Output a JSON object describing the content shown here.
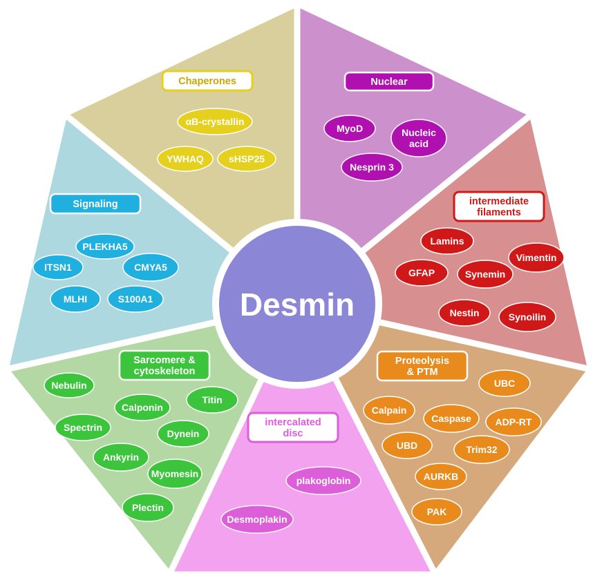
{
  "center": {
    "label": "Desmin",
    "color": "#8b87d6"
  },
  "sectors": [
    {
      "id": "chaperones",
      "fill": "#d8cf9d",
      "accent": "#e6d01e",
      "category": {
        "lines": [
          "Chaperones"
        ]
      },
      "items": [
        {
          "lines": [
            "αB-crystallin"
          ]
        },
        {
          "lines": [
            "YWHAQ"
          ]
        },
        {
          "lines": [
            "sHSP25"
          ]
        }
      ]
    },
    {
      "id": "nuclear",
      "fill": "#cc90cc",
      "accent": "#b010b0",
      "category": {
        "lines": [
          "Nuclear"
        ]
      },
      "items": [
        {
          "lines": [
            "MyoD"
          ]
        },
        {
          "lines": [
            "Nucleic",
            "acid"
          ]
        },
        {
          "lines": [
            "Nesprin 3"
          ]
        }
      ]
    },
    {
      "id": "intermediate-filaments",
      "fill": "#d88f8f",
      "accent": "#d01818",
      "category": {
        "lines": [
          "intermediate",
          "filaments"
        ]
      },
      "items": [
        {
          "lines": [
            "Lamins"
          ]
        },
        {
          "lines": [
            "Vimentin"
          ]
        },
        {
          "lines": [
            "GFAP"
          ]
        },
        {
          "lines": [
            "Synemin"
          ]
        },
        {
          "lines": [
            "Nestin"
          ]
        },
        {
          "lines": [
            "Synoilin"
          ]
        }
      ]
    },
    {
      "id": "proteolysis",
      "fill": "#d6a97c",
      "accent": "#e88a1c",
      "category": {
        "lines": [
          "Proteolysis",
          "& PTM"
        ]
      },
      "items": [
        {
          "lines": [
            "UBC"
          ]
        },
        {
          "lines": [
            "Calpain"
          ]
        },
        {
          "lines": [
            "Caspase"
          ]
        },
        {
          "lines": [
            "ADP-RT"
          ]
        },
        {
          "lines": [
            "UBD"
          ]
        },
        {
          "lines": [
            "Trim32"
          ]
        },
        {
          "lines": [
            "AURKB"
          ]
        },
        {
          "lines": [
            "PAK"
          ]
        }
      ]
    },
    {
      "id": "intercalated-disc",
      "fill": "#f3a2ef",
      "accent": "#dc5ed8",
      "category": {
        "lines": [
          "intercalated",
          "disc"
        ]
      },
      "items": [
        {
          "lines": [
            "plakoglobin"
          ]
        },
        {
          "lines": [
            "Desmoplakin"
          ]
        }
      ]
    },
    {
      "id": "sarcomere",
      "fill": "#b3d8a3",
      "accent": "#3cc43c",
      "category": {
        "lines": [
          "Sarcomere &",
          "cytoskeleton"
        ]
      },
      "items": [
        {
          "lines": [
            "Nebulin"
          ]
        },
        {
          "lines": [
            "Titin"
          ]
        },
        {
          "lines": [
            "Calponin"
          ]
        },
        {
          "lines": [
            "Spectrin"
          ]
        },
        {
          "lines": [
            "Dynein"
          ]
        },
        {
          "lines": [
            "Ankyrin"
          ]
        },
        {
          "lines": [
            "Myomesin"
          ]
        },
        {
          "lines": [
            "Plectin"
          ]
        }
      ]
    },
    {
      "id": "signaling",
      "fill": "#aed8e0",
      "accent": "#1fb0e0",
      "category": {
        "lines": [
          "Signaling"
        ]
      },
      "items": [
        {
          "lines": [
            "PLEKHA5"
          ]
        },
        {
          "lines": [
            "ITSN1"
          ]
        },
        {
          "lines": [
            "CMYA5"
          ]
        },
        {
          "lines": [
            "MLHI"
          ]
        },
        {
          "lines": [
            "S100A1"
          ]
        }
      ]
    }
  ]
}
